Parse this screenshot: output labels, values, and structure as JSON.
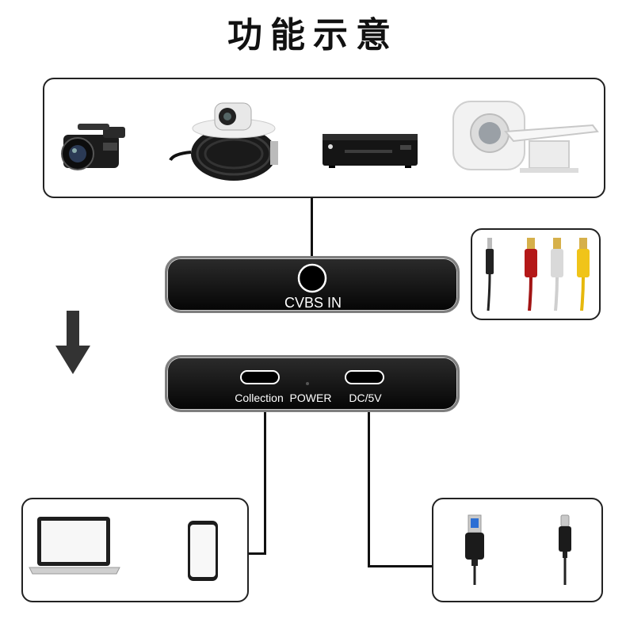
{
  "title": "功能示意",
  "device_in": {
    "port_label": "CVBS IN"
  },
  "device_out": {
    "port1_label": "Collection",
    "power_label": "POWER",
    "port2_label": "DC/5V"
  }
}
